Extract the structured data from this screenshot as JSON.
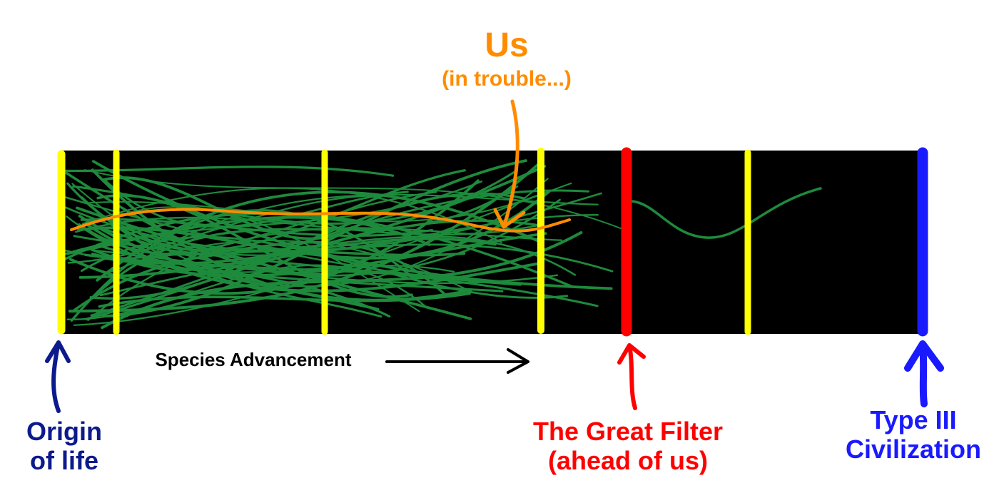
{
  "diagram": {
    "us_label": "Us",
    "us_sublabel": "(in trouble...)",
    "axis_label": "Species Advancement",
    "origin_label_line1": "Origin",
    "origin_label_line2": "of life",
    "filter_label_line1": "The Great Filter",
    "filter_label_line2": "(ahead of us)",
    "type3_label_line1": "Type III",
    "type3_label_line2": "Civilization"
  },
  "colors": {
    "band": "#000000",
    "lineage": "#1e8a3c",
    "milestone": "#ffff00",
    "us": "#ff8c00",
    "origin": "#0d1a8c",
    "filter": "#ff0000",
    "type3": "#1a1aff",
    "text": "#000000"
  },
  "icons": [
    "up-arrow-icon",
    "right-arrow-icon",
    "down-arrow-icon"
  ]
}
